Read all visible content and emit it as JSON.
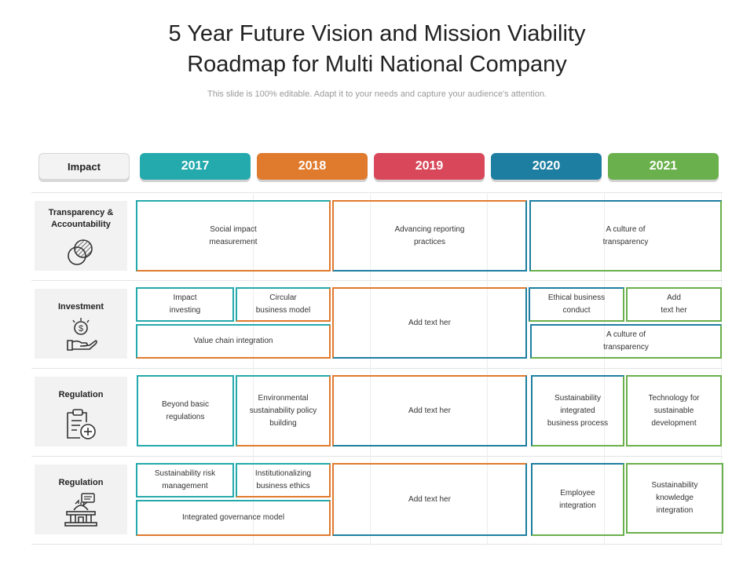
{
  "title": {
    "line1": "5 Year Future Vision and Mission Viability",
    "line2": "Roadmap for Multi National Company"
  },
  "subtitle": "This slide is 100% editable. Adapt it to your needs and capture your audience's attention.",
  "header": {
    "impact_label": "Impact",
    "years": [
      "2017",
      "2018",
      "2019",
      "2020",
      "2021"
    ],
    "year_colors": [
      "#24a9ac",
      "#e07a2c",
      "#d8485a",
      "#1e7ea1",
      "#6ab04c"
    ]
  },
  "rows": [
    {
      "label": [
        "Transparency &",
        "Accountability"
      ],
      "icon": "venn-diagram-icon",
      "cells": [
        [
          "Social impact",
          "measurement"
        ],
        [
          "Advancing reporting",
          "practices"
        ],
        [
          "A culture of",
          "transparency"
        ]
      ]
    },
    {
      "label": [
        "Investment"
      ],
      "icon": "hand-dollar-icon",
      "cells": [
        [
          "Impact",
          "investing"
        ],
        [
          "Circular",
          "business model"
        ],
        [
          "Value chain integration"
        ],
        [
          "Add text her"
        ],
        [
          "Ethical business",
          "conduct"
        ],
        [
          "Add",
          "text her"
        ],
        [
          "A culture of",
          "transparency"
        ]
      ]
    },
    {
      "label": [
        "Regulation"
      ],
      "icon": "clipboard-add-icon",
      "cells": [
        [
          "Beyond basic",
          "regulations"
        ],
        [
          "Environmental",
          "sustainability policy",
          "building"
        ],
        [
          "Add text her"
        ],
        [
          "Sustainability",
          "integrated",
          "business process"
        ],
        [
          "Technology for",
          "sustainable",
          "development"
        ]
      ]
    },
    {
      "label": [
        "Regulation"
      ],
      "icon": "government-building-icon",
      "cells": [
        [
          "Sustainability risk",
          "management"
        ],
        [
          "Institutionalizing",
          "business ethics"
        ],
        [
          "Integrated governance model"
        ],
        [
          "Add text her"
        ],
        [
          "Employee",
          "integration"
        ],
        [
          "Sustainability",
          "knowledge",
          "integration"
        ]
      ]
    }
  ]
}
